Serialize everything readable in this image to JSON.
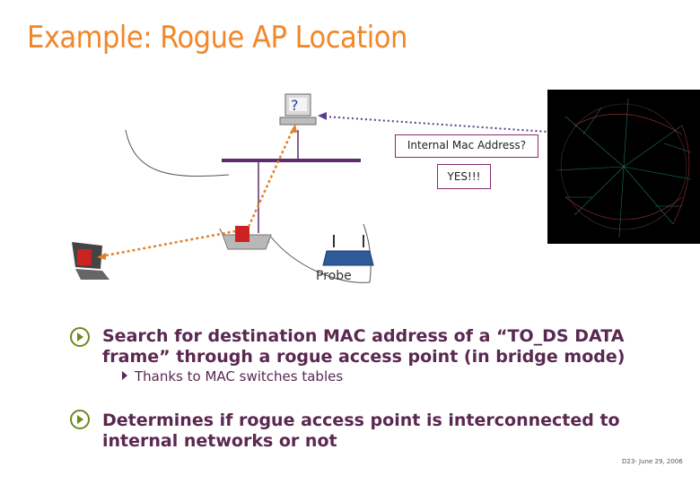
{
  "slide": {
    "title": "Example: Rogue AP Location",
    "footer": "D23- June 29, 2006"
  },
  "diagram": {
    "server_mark": "?",
    "mac_label": "Internal Mac Address?",
    "yes_label": "YES!!!",
    "probe_label": "Probe",
    "colors": {
      "wire": "#5b2d6e",
      "arrow": "#e0822b",
      "dotted": "#5a3d8c",
      "rogue": "#cc2222"
    }
  },
  "bullets": [
    {
      "text": "Search for destination MAC address of a “TO_DS DATA frame” through a rogue access point (in bridge mode)",
      "sub": "Thanks to MAC switches tables"
    },
    {
      "text": "Determines if rogue access point is interconnected to internal networks or not"
    }
  ]
}
